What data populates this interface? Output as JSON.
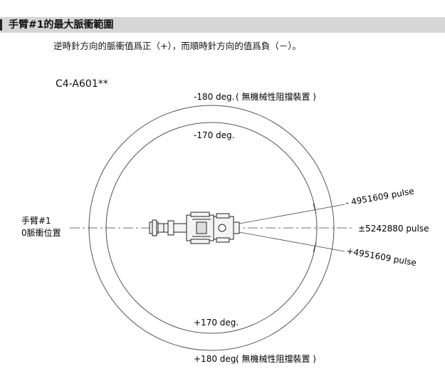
{
  "header": {
    "title": "手臂#1的最大脈衝範圍"
  },
  "description": "逆時針方向的脈衝值爲正（+），而順時針方向的值爲負（－）。",
  "model": "C4-A601**",
  "labels": {
    "top_outer": "-180 deg.",
    "top_outer_note": "( 無機械性阻擋裝置 )",
    "top_inner": "-170 deg.",
    "bottom_inner": "+170 deg.",
    "bottom_outer": "+180 deg.",
    "bottom_outer_note": "( 無機械性阻擋裝置 )",
    "left_line1": "手臂#1",
    "left_line2": "0脈衝位置",
    "right_neg": "- 4951609 pulse",
    "right_mid": "±5242880 pulse",
    "right_pos": "+4951609 pulse"
  },
  "colors": {
    "line": "#333333",
    "header_bg": "#d6d6d6"
  }
}
